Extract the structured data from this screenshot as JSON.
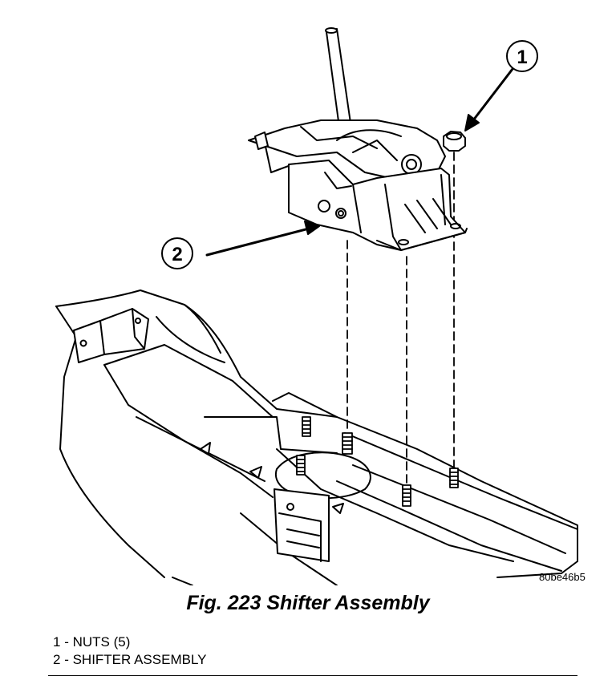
{
  "callouts": [
    {
      "number": "1"
    },
    {
      "number": "2"
    }
  ],
  "image_code": "80be46b5",
  "caption": "Fig. 223 Shifter Assembly",
  "legend": [
    {
      "num": "1",
      "label": "NUTS (5)"
    },
    {
      "num": "2",
      "label": "SHIFTER ASSEMBLY"
    }
  ],
  "colors": {
    "line": "#000000",
    "background": "#ffffff"
  }
}
